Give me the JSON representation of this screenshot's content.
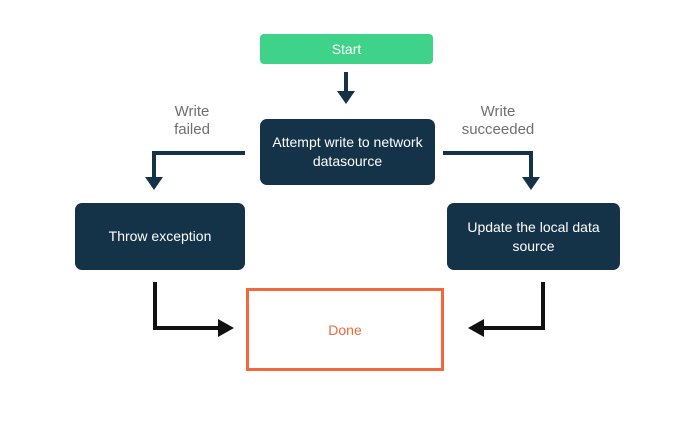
{
  "diagram": {
    "type": "flowchart",
    "nodes": {
      "start": {
        "label": "Start"
      },
      "attempt": {
        "label": "Attempt write to network datasource"
      },
      "throw": {
        "label": "Throw exception"
      },
      "update": {
        "label": "Update the local data source"
      },
      "done": {
        "label": "Done"
      }
    },
    "edges": {
      "failed": {
        "label": "Write failed"
      },
      "succeeded": {
        "label": "Write succeeded"
      }
    },
    "colors": {
      "background": "#ffffff",
      "start_bg": "#3ed389",
      "dark_node_bg": "#143349",
      "node_text": "#ffffff",
      "done_border": "#f2683d",
      "done_text": "#f2683d",
      "edge_label_text": "#6f6f6f",
      "connector_navy": "#143349",
      "connector_black": "#111111"
    }
  }
}
